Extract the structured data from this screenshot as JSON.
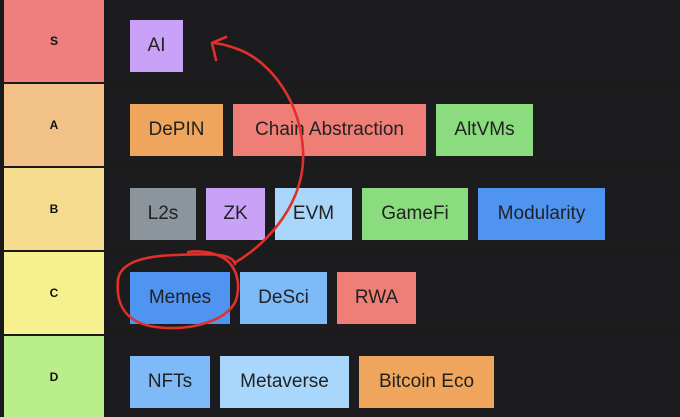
{
  "tiers": [
    {
      "label": "S",
      "color": "#ef7f7f",
      "items": [
        {
          "label": "AI",
          "color": "#c9a2f7"
        }
      ]
    },
    {
      "label": "A",
      "color": "#f2c188",
      "items": [
        {
          "label": "DePIN",
          "color": "#f0a55c"
        },
        {
          "label": "Chain Abstraction",
          "color": "#ef7f76"
        },
        {
          "label": "AltVMs",
          "color": "#8bdc7e"
        }
      ]
    },
    {
      "label": "B",
      "color": "#f5dc8e",
      "items": [
        {
          "label": "L2s",
          "color": "#8c949c"
        },
        {
          "label": "ZK",
          "color": "#c9a2f7"
        },
        {
          "label": "EVM",
          "color": "#a9d6fb"
        },
        {
          "label": "GameFi",
          "color": "#8bdc7e"
        },
        {
          "label": "Modularity",
          "color": "#4f94f0"
        }
      ]
    },
    {
      "label": "C",
      "color": "#f7f08e",
      "items": [
        {
          "label": "Memes",
          "color": "#4f94f0"
        },
        {
          "label": "DeSci",
          "color": "#7fbaf8"
        },
        {
          "label": "RWA",
          "color": "#ef7f76"
        }
      ]
    },
    {
      "label": "D",
      "color": "#b9ee8a",
      "items": [
        {
          "label": "NFTs",
          "color": "#7fbaf8"
        },
        {
          "label": "Metaverse",
          "color": "#a9d6fb"
        },
        {
          "label": "Bitcoin Eco",
          "color": "#f0a55c"
        }
      ]
    }
  ],
  "annotation": {
    "color": "#e0302a",
    "icon": "hand-drawn-circle-and-arrow"
  }
}
